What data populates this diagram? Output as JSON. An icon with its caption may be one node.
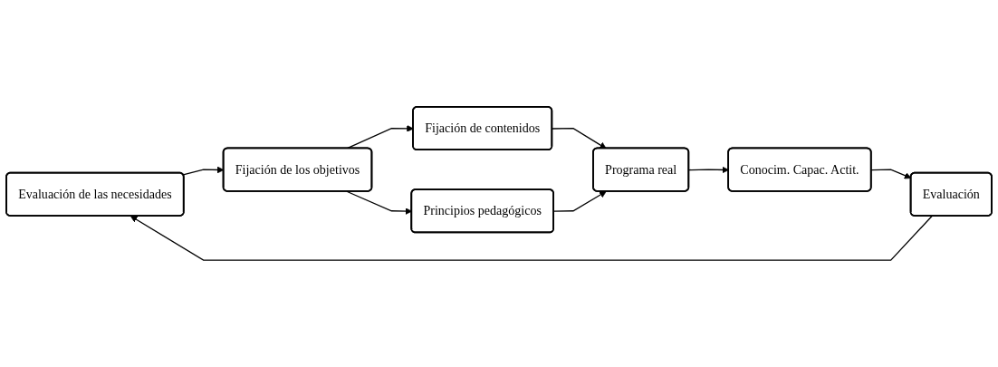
{
  "diagram": {
    "nodes": [
      {
        "text": [
          "Evaluación de las necesidades"
        ]
      },
      {
        "text": [
          "Fijación de los objetivos"
        ]
      },
      {
        "text": [
          "Fijación de contenidos"
        ]
      },
      {
        "text": [
          "Principios pedagógicos"
        ]
      },
      {
        "text": [
          "Programa real"
        ]
      },
      {
        "text": [
          "Conocim. Capac. Actit."
        ]
      },
      {
        "text": [
          "Evaluación"
        ]
      }
    ],
    "edges": [
      {
        "from": 0,
        "to": 1,
        "arrow": "to"
      },
      {
        "from": 1,
        "to": 2,
        "arrow": "to"
      },
      {
        "from": 1,
        "to": 3,
        "arrow": "to"
      },
      {
        "from": 2,
        "to": 4,
        "arrow": "to"
      },
      {
        "from": 3,
        "to": 4,
        "arrow": "to"
      },
      {
        "from": 4,
        "to": 5,
        "arrow": "to"
      },
      {
        "from": 5,
        "to": 6,
        "arrow": "to"
      },
      {
        "from": 6,
        "to": 0,
        "arrow": "to"
      }
    ]
  }
}
